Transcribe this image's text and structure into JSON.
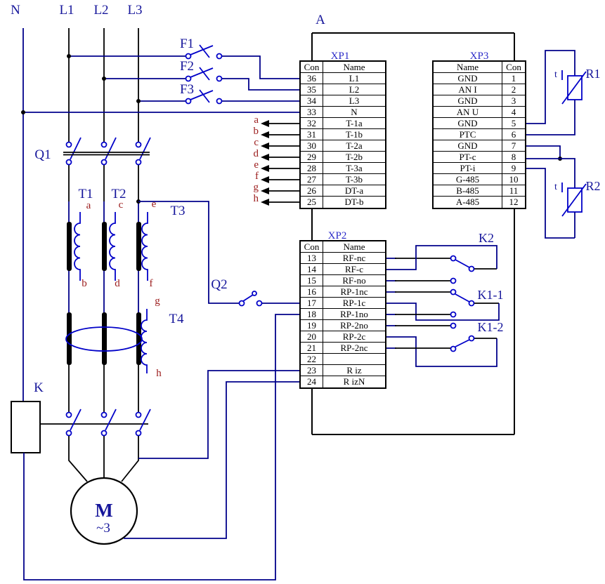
{
  "device": {
    "label": "A"
  },
  "labels": {
    "n": "N",
    "l1": "L1",
    "l2": "L2",
    "l3": "L3",
    "f1": "F1",
    "f2": "F2",
    "f3": "F3",
    "q1": "Q1",
    "q2": "Q2",
    "k": "K",
    "t1": "T1",
    "t2": "T2",
    "t3": "T3",
    "t4": "T4",
    "motor": "M",
    "motor_type": "~3",
    "k2": "K2",
    "k1_1": "K1-1",
    "k1_2": "K1-2",
    "r1": "R1",
    "r2": "R2",
    "temp": "t"
  },
  "terminals": {
    "a": "a",
    "b": "b",
    "c": "c",
    "d": "d",
    "e": "e",
    "f": "f",
    "g": "g",
    "h": "h"
  },
  "tables": {
    "xp1": {
      "title": "XP1",
      "headers": [
        "Con",
        "Name"
      ],
      "rows": [
        [
          "36",
          "L1"
        ],
        [
          "35",
          "L2"
        ],
        [
          "34",
          "L3"
        ],
        [
          "33",
          "N"
        ],
        [
          "32",
          "T-1a"
        ],
        [
          "31",
          "T-1b"
        ],
        [
          "30",
          "T-2a"
        ],
        [
          "29",
          "T-2b"
        ],
        [
          "28",
          "T-3a"
        ],
        [
          "27",
          "T-3b"
        ],
        [
          "26",
          "DT-a"
        ],
        [
          "25",
          "DT-b"
        ]
      ]
    },
    "xp2": {
      "title": "XP2",
      "headers": [
        "Con",
        "Name"
      ],
      "rows": [
        [
          "13",
          "RF-nc"
        ],
        [
          "14",
          "RF-c"
        ],
        [
          "15",
          "RF-no"
        ],
        [
          "16",
          "RP-1nc"
        ],
        [
          "17",
          "RP-1c"
        ],
        [
          "18",
          "RP-1no"
        ],
        [
          "19",
          "RP-2no"
        ],
        [
          "20",
          "RP-2c"
        ],
        [
          "21",
          "RP-2nc"
        ],
        [
          "22",
          ""
        ],
        [
          "23",
          "R iz"
        ],
        [
          "24",
          "R izN"
        ]
      ]
    },
    "xp3": {
      "title": "XP3",
      "headers": [
        "Name",
        "Con"
      ],
      "rows": [
        [
          "GND",
          "1"
        ],
        [
          "AN I",
          "2"
        ],
        [
          "GND",
          "3"
        ],
        [
          "AN U",
          "4"
        ],
        [
          "GND",
          "5"
        ],
        [
          "PTC",
          "6"
        ],
        [
          "GND",
          "7"
        ],
        [
          "PT-c",
          "8"
        ],
        [
          "PT-i",
          "9"
        ],
        [
          "G-485",
          "10"
        ],
        [
          "B-485",
          "11"
        ],
        [
          "A-485",
          "12"
        ]
      ]
    }
  },
  "colors": {
    "wire_blue": "#00008B",
    "symbol_blue": "#0000C8",
    "label_blue": "#16169B",
    "xp_blue": "#2A2AC8",
    "terminal_maroon": "#9B1B1B",
    "line_black": "#000000"
  }
}
